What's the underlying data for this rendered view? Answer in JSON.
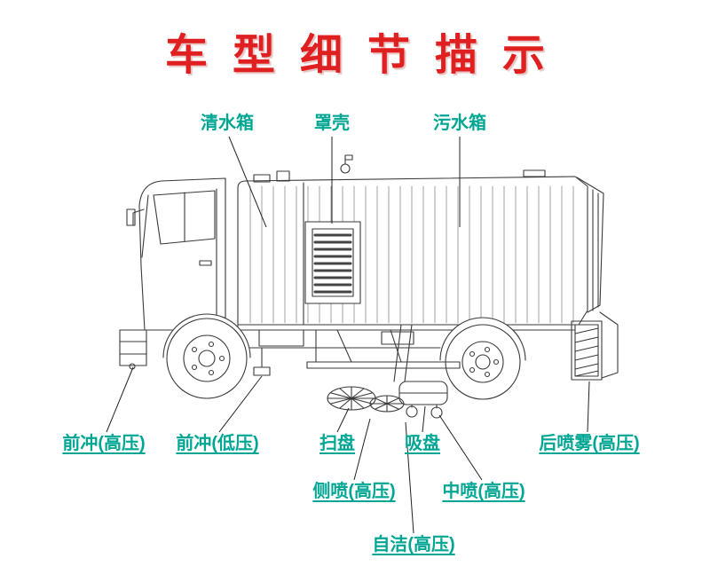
{
  "title": "车型细节描示",
  "labels": {
    "clean_water_tank": "清水箱",
    "cover_shell": "罩壳",
    "sewage_tank": "污水箱",
    "front_flush_high": "前冲(高压)",
    "front_flush_low": "前冲(低压)",
    "sweep_disc": "扫盘",
    "suction_disc": "吸盘",
    "rear_spray_high": "后喷雾(高压)",
    "side_spray_high": "侧喷(高压)",
    "middle_spray_high": "中喷(高压)",
    "self_clean_high": "自洁(高压)"
  },
  "colors": {
    "title": "#e02020",
    "label": "#00a693",
    "line": "#3a3a3a"
  }
}
